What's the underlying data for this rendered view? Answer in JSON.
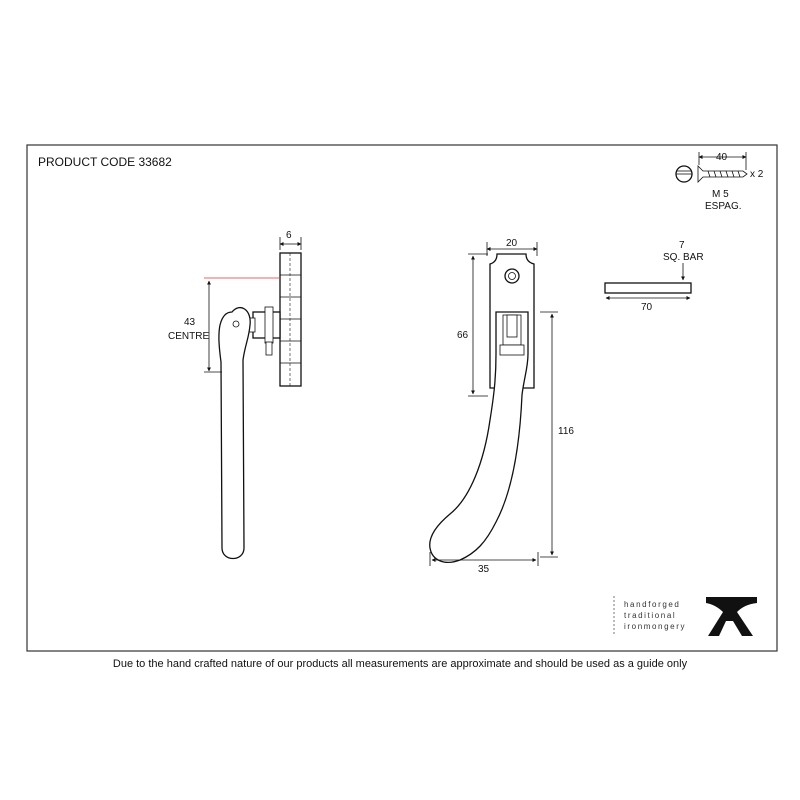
{
  "product_code": "PRODUCT CODE 33682",
  "screw": {
    "length": "40",
    "quantity": "x 2",
    "size": "M 5",
    "type": "ESPAG."
  },
  "side_view": {
    "plate_thickness": "6",
    "centre_value": "43",
    "centre_label": "CENTRE"
  },
  "front_view": {
    "width_top": "20",
    "height_upper": "66",
    "height_total": "116",
    "width_bottom": "35"
  },
  "square_bar": {
    "size": "7",
    "label": "SQ. BAR",
    "length": "70"
  },
  "brand": {
    "line1": "handforged",
    "line2": "traditional",
    "line3": "ironmongery"
  },
  "disclaimer": "Due to the hand crafted nature of our products all measurements are approximate and should be used as a guide only",
  "colors": {
    "line": "#111111",
    "accent_red": "#e0322f",
    "border": "#333333"
  }
}
